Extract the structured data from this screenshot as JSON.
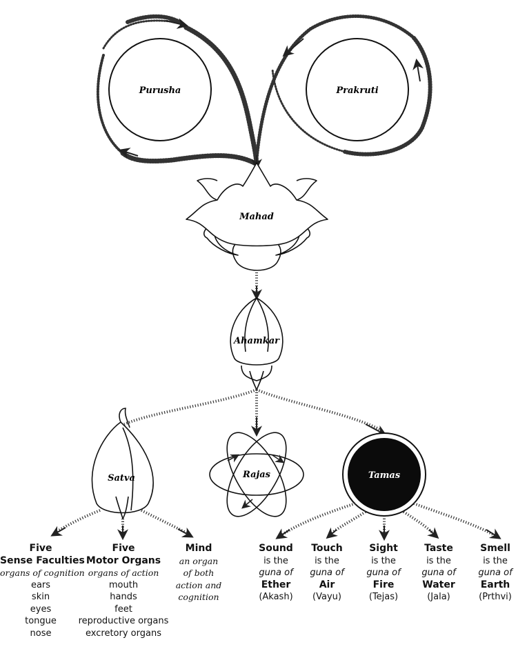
{
  "nodes": {
    "purusha": "Purusha",
    "prakruti": "Prakruti",
    "mahad": "Mahad",
    "ahamkar": "Ahamkar",
    "satva": "Satva",
    "rajas": "Rajas",
    "tamas": "Tamas"
  },
  "satva_branches": {
    "sense": {
      "title_line1": "Five",
      "title_line2": "Sense Faculties",
      "subtitle": "organs of cognition",
      "items": [
        "ears",
        "skin",
        "eyes",
        "tongue",
        "nose"
      ]
    },
    "motor": {
      "title_line1": "Five",
      "title_line2": "Motor Organs",
      "subtitle": "organs of action",
      "items": [
        "mouth",
        "hands",
        "feet",
        "reproductive organs",
        "excretory organs"
      ]
    },
    "mind": {
      "title": "Mind",
      "lines": [
        "an organ",
        "of both",
        "action and",
        "cognition"
      ]
    }
  },
  "tamas_branches": [
    {
      "sense": "Sound",
      "line1": "is the",
      "line2": "guna of",
      "element": "Ether",
      "sanskrit": "(Akash)"
    },
    {
      "sense": "Touch",
      "line1": "is the",
      "line2": "guna of",
      "element": "Air",
      "sanskrit": "(Vayu)"
    },
    {
      "sense": "Sight",
      "line1": "is the",
      "line2": "guna of",
      "element": "Fire",
      "sanskrit": "(Tejas)"
    },
    {
      "sense": "Taste",
      "line1": "is the",
      "line2": "guna of",
      "element": "Water",
      "sanskrit": "(Jala)"
    },
    {
      "sense": "Smell",
      "line1": "is the",
      "line2": "guna of",
      "element": "Earth",
      "sanskrit": "(Prthvi)"
    }
  ]
}
